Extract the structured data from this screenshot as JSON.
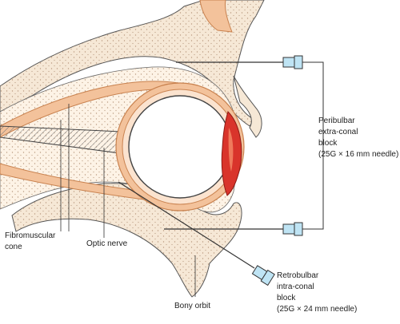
{
  "labels": {
    "peribulbar": [
      "Peribulbar",
      "extra-conal",
      "block",
      "(25G × 16 mm needle)"
    ],
    "retrobulbar": [
      "Retrobulbar",
      "intra-conal",
      "block",
      "(25G × 24 mm needle)"
    ],
    "fibromuscular": [
      "Fibromuscular",
      "cone"
    ],
    "optic_nerve": "Optic nerve",
    "bony_orbit": "Bony orbit"
  },
  "colors": {
    "bone": "#f6e8d6",
    "tissue": "#fdf3e6",
    "muscle": "#f3c29b",
    "muscle_stroke": "#c9824f",
    "lens": "#d9342b",
    "hub": "#bfe4f4",
    "line": "#333333"
  }
}
